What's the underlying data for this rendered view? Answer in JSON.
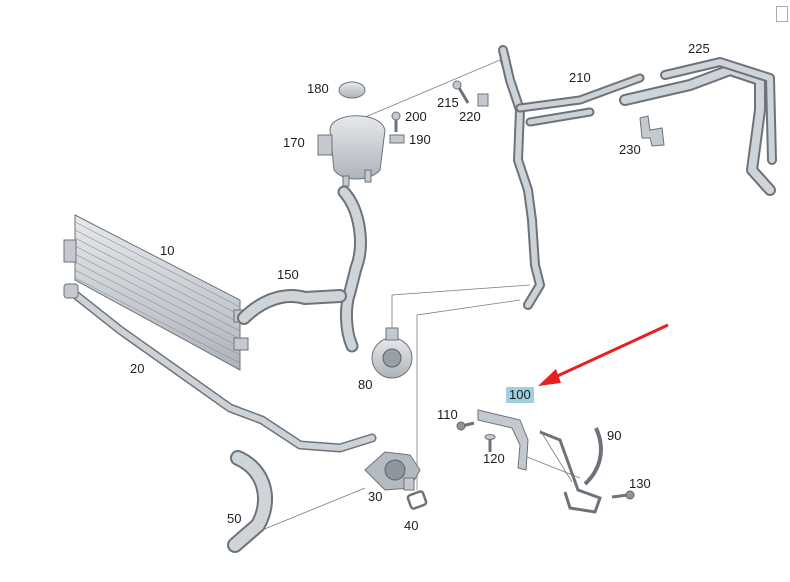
{
  "labels": {
    "p10": "10",
    "p20": "20",
    "p30": "30",
    "p40": "40",
    "p50": "50",
    "p80": "80",
    "p90": "90",
    "p100": "100",
    "p110": "110",
    "p120": "120",
    "p130": "130",
    "p150": "150",
    "p170": "170",
    "p180": "180",
    "p190": "190",
    "p200": "200",
    "p210": "210",
    "p215": "215",
    "p220": "220",
    "p225": "225",
    "p230": "230"
  },
  "highlight": {
    "part": "100",
    "arrow_color": "#e52222",
    "badge_color": "#9fd0e0"
  },
  "colors": {
    "part_fill": "#c4c9cf",
    "part_stroke": "#6d737a",
    "leader": "#7c7c7c"
  }
}
